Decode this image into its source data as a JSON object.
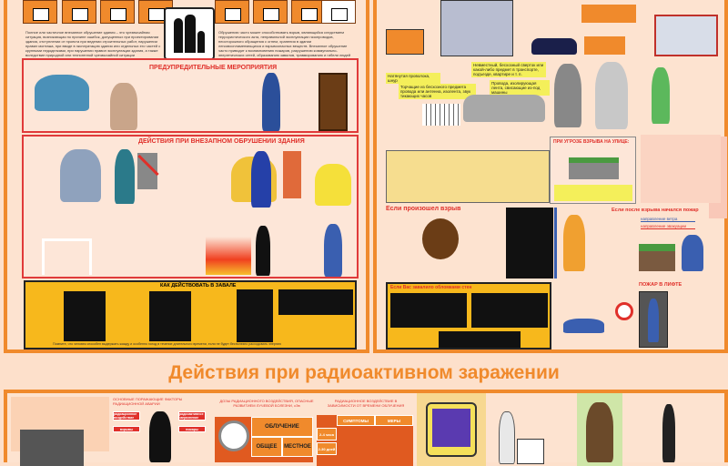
{
  "left_panel": {
    "prevent_title": "ПРЕДУПРЕДИТЕЛЬНЫЕ МЕРОПРИЯТИЯ",
    "collapse_title": "ДЕЙСТВИЯ ПРИ ВНЕЗАПНОМ ОБРУШЕНИИ ЗДАНИЯ",
    "rubble_title": "КАК ДЕЙСТВОВАТЬ В ЗАВАЛЕ",
    "intro_left": "Полное или частичное внезапное обрушение здания – это чрезвычайная ситуация, возникающая по причине ошибок, допущенных при проектировании здания, отступлении от проекта при ведении строительных работ, нарушении правил монтажа, при вводе в эксплуатацию здания или отдельных его частей с крупными недоделками, при нарушении правил эксплуатации здания, а также вследствие природной или техногенной чрезвычайной ситуации",
    "intro_right": "Обрушению часто может способствовать взрыв, являющийся следствием террористического акта, неправильной эксплуатации газопроводов, неосторожного обращения с огнем, хранения в здании легковоспламеняющихся и взрывоопасных веществ. Внезапное обрушение часто приводит к возникновению пожаров, разрушению коммунально-энергетических сетей, образованию завалов, травмированию и гибели людей",
    "rubble_footer": "Помните, что человек способен выдержать жажду и особенно голод в течение длительного времени, если не будет бесполезно расходовать энергию"
  },
  "right_panel": {
    "labels": [
      "Натянутая проволока, шнур",
      "Торчащие из бесхозного предмета провода или антенна, изолента, звук тикающих часов",
      "Невместный, бесхозный сверток или какой-либо предмет в транспорте, подъезде, квартире и т. п.",
      "Провода, изолирующая лента, свисающие из-под машины"
    ],
    "street_threat": "ПРИ УГРОЗЕ ВЗРЫВА НА УЛИЦЕ:",
    "explosion": "Если произошел взрыв",
    "fire_after": "Если после взрыва начался пожар",
    "wind": "направление ветра",
    "evacuation": "направление эвакуации",
    "trapped": "Если Вас завалило обломками стен",
    "lift_fire": "ПОЖАР В ЛИФТЕ"
  },
  "radiation": {
    "title": "Действия при радиоактивном заражении",
    "factors_title": "ОСНОВНЫЕ ПОРАЖАЮЩИЕ ФАКТОРЫ РАДИАЦИОННОЙ АВАРИИ",
    "doses_title": "ДОЗЫ РАДИАЦИОННОГО ВОЗДЕЙСТВИЯ, ОПАСНЫЕ РАЗВИТИЕМ ЛУЧЕВОЙ БОЛЕЗНИ, сЗв",
    "time_title": "РАДИАЦИОННОЕ ВОЗДЕЙСТВИЕ В ЗАВИСИМОСТИ ОТ ВРЕМЕНИ ОБЛУЧЕНИЯ",
    "exposure": "ОБЛУЧЕНИЕ",
    "general": "ОБЩЕЕ",
    "local": "МЕСТНОЕ",
    "symptoms": "СИМПТОМЫ",
    "measures": "МЕРЫ",
    "rows": [
      "2-4 часа",
      "2-30 дней"
    ],
    "factors": [
      "радиационное воздействие",
      "радиоактивное загрязнение",
      "взрывы",
      "пожары"
    ]
  },
  "colors": {
    "accent": "#f08a2c",
    "red": "#e0302a",
    "yellow": "#f7b81c",
    "background": "#fde0cb"
  }
}
